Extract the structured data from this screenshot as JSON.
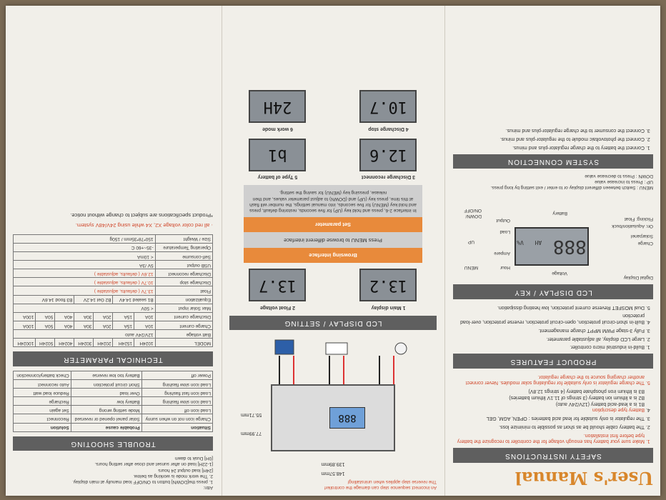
{
  "right_panel": {
    "title": "User's Manual",
    "safety": {
      "heading": "SAFETY INSTRUCTIONS",
      "items": [
        "Make sure your battery has enough voltage for the controller to recognize the battery type before first installation.",
        "The battery cable should be as short as possible to minimize loss.",
        "The regulator is only suitable for lead acid batteries : OPEN, AGM, GEL",
        "Battery type description",
        "The charge regulator is only suitable for regulating solar modules. Never connect another charging source to the charge regulator."
      ],
      "battery_types": [
        "B1 is a lead-acid battery (12V/24V auto)",
        "B2 is a lithium ion battery (3 strings of 11.1V lithium batteries)",
        "B3 is lithium iron phosphate battery (4 strings 12.8V)"
      ]
    },
    "features": {
      "heading": "PRODUCT FEATURES",
      "items": [
        "Build-in industrial micro controller.",
        "Large LCD display, all adjustable parameter.",
        "Fully 3-stage PWM MPPT charge management.",
        "Built-in short-circuit protection, open-circuit protection, reverse protection, over-load protection",
        "Dual MOSFET Reverse current protection, low heating dissipation."
      ]
    },
    "lcd_key": {
      "heading": "LCD DISPLAY / KEY",
      "labels": [
        "Digital Display",
        "Voltage",
        "Hour",
        "MENU",
        "Ampere",
        "UP",
        "Charge",
        "Solarpanel",
        "On: Aquisation/buck",
        "Flicking: Float",
        "Load",
        "Battery",
        "Output",
        "DOWN/ ON/OFF"
      ],
      "display_value": "888",
      "unit_ah": "AH",
      "unit_v": "V%",
      "notes": [
        "MENU : Switch between different display or to enter / exit setting by long press.",
        "UP : Press to increase value",
        "DOWN : Press to decrease value"
      ]
    },
    "connection": {
      "heading": "SYSTEM CONNECTION",
      "items": [
        "Connect the battery to the charge regulator-plus and minus.",
        "Connect the photovoltaic module to the regulator-plus and minus.",
        "Connect the consumer to the charge regulator-plus and minus."
      ]
    }
  },
  "middle_panel": {
    "footer_notes": [
      "The reverse step applies when uninstalling!",
      "An incorrect sequence step can damage the controller!"
    ],
    "dimensions": {
      "w1": "148.57mm",
      "w2": "139.89mm",
      "h1": "77.99mm",
      "h2": "55.71mm"
    },
    "device_display": "888",
    "heading": "LCD DISPLAY / SETTING",
    "lcds": [
      {
        "label": "1 Main display",
        "value": "13.2"
      },
      {
        "label": "2 Float voltage",
        "value": "13.7"
      },
      {
        "label": "3 Discharge reconnect",
        "value": "12.6"
      },
      {
        "label": "4 Discharge stop",
        "value": "10.7"
      },
      {
        "label": "5 Type of battery",
        "value": "b1"
      },
      {
        "label": "6 work mode",
        "value": "24H"
      }
    ],
    "menu": {
      "browsing": "Browsing interface",
      "press_menu": "Press MENU to browse different interface",
      "set_param": "Set parameter",
      "instructions": "In interface 2-6, press and hold key (UP) for five seconds, restoring default, press and hold key (MENU) for five seconds, into manual settings, the number will flash at this time, press key (UP) and (DOWN) to adjust parameter values, and then release, pressing key (MENU) for saving the setting."
    }
  },
  "left_panel": {
    "notice": "*Product specifications are subject to change without notice.",
    "red_note": "· all red color voltage X2, X4 while using 24V/48V system.",
    "tech": {
      "heading": "TECHNICAL PARAMETER",
      "models": [
        "1024H",
        "1524H",
        "2024H",
        "3024H",
        "4024H",
        "5024H",
        "10024H"
      ],
      "batt_voltage": "12V/24V auto",
      "charge_current": [
        "10A",
        "15A",
        "20A",
        "30A",
        "40A",
        "50A",
        "100A"
      ],
      "discharge_current": [
        "10A",
        "15A",
        "20A",
        "30A",
        "40A",
        "50A",
        "100A"
      ],
      "max_solar": "< 50V",
      "equalization": [
        "B1 sealed 14.4V",
        "B2 Gel 14.2V",
        "B3 flood 14.6V"
      ],
      "rows": [
        [
          "Float",
          "13.7V ( defaults, adjustable )"
        ],
        [
          "Discharge stop",
          "10.7V ( defaults, adjustable )"
        ],
        [
          "Discharge reconnect",
          "12.6V ( defaults, adjustable )"
        ],
        [
          "USB output",
          "5V /3A"
        ],
        [
          "Self-consume",
          "< 10mA"
        ],
        [
          "Operating Temperature",
          "-35~+60 C"
        ],
        [
          "Size / Weight",
          "150*78*35mm / 150g"
        ]
      ],
      "labels": {
        "model": "MODEL",
        "batt": "Batt voltage",
        "charge": "Charge current",
        "discharge": "Discharge current",
        "maxsolar": "Max Solar input",
        "equal": "Equalization"
      }
    },
    "trouble": {
      "heading": "TROUBLE SHOOTING",
      "columns": [
        "Situation",
        "Probable cause",
        "Solution"
      ],
      "rows": [
        [
          "Charge icon not on when sunny",
          "Solar panel opened or reversed",
          "Reconnect"
        ],
        [
          "Load icon off",
          "Mode setting wrong",
          "Set again"
        ],
        [
          "Load icon slow flashing",
          "Battery low",
          "Recharge"
        ],
        [
          "Load icon fast flashing",
          "Over load",
          "Reduce load watt"
        ],
        [
          "Load icon slow flashing",
          "Short circuit protection",
          "Auto reconnect"
        ],
        [
          "Power off",
          "Battery too low reverse",
          "Check battery/connection"
        ]
      ],
      "attn": [
        "Attn:",
        "1.  press the[DOWN] button to ON/OFF load manully at main display.",
        "2.  The work mode is working as below.",
        "[24H]    load output 24 hours",
        "[1-22H]  load on after sunset and close after setting hours.",
        "[0H]     Dusk to dawn"
      ]
    }
  }
}
